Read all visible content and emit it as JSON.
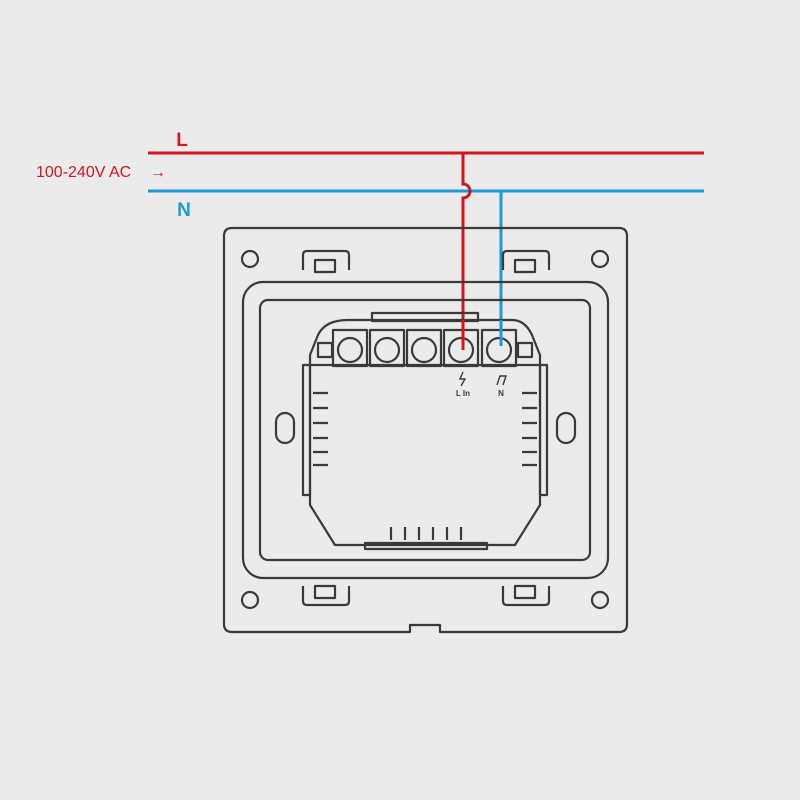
{
  "diagram": {
    "supply_label": "100-240V AC",
    "arrow": "→",
    "line_label": "L",
    "neutral_label": "N",
    "terminals": [
      {
        "symbol": "lightning-icon",
        "label": "L In"
      },
      {
        "symbol": "neutral-icon",
        "label": "N"
      }
    ],
    "colors": {
      "live": "#d4141f",
      "neutral": "#1c9ad6",
      "device": "#3a3a3a",
      "background": "#ebebeb"
    }
  }
}
